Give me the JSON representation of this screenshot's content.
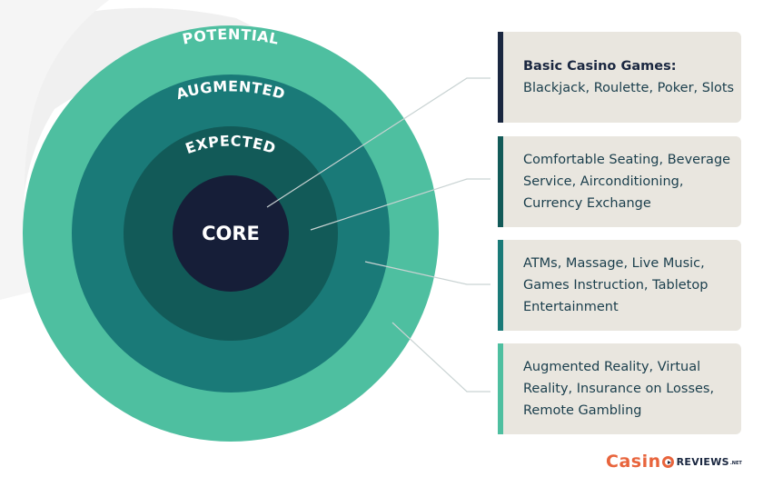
{
  "layers": [
    {
      "label": "POTENTIAL",
      "color": "#4ebfa0"
    },
    {
      "label": "AUGMENTED",
      "color": "#1a7a78"
    },
    {
      "label": "EXPECTED",
      "color": "#125a58"
    },
    {
      "label": "CORE",
      "color": "#161e38"
    }
  ],
  "cards": [
    {
      "title": "Basic Casino Games:",
      "text": "Blackjack, Roulette, Poker, Slots",
      "accent": "#1a2740"
    },
    {
      "title": "",
      "text": "Comfortable Seating, Beverage\nService, Airconditioning,\nCurrency Exchange",
      "accent": "#125a58"
    },
    {
      "title": "",
      "text": "ATMs, Massage, Live Music,\nGames Instruction, Tabletop\nEntertainment",
      "accent": "#1a7a78"
    },
    {
      "title": "",
      "text": "Augmented Reality, Virtual\nReality, Insurance on Losses,\nRemote Gambling",
      "accent": "#4ebfa0"
    }
  ],
  "logo": {
    "casino": "Casin",
    "reviews": "REVIEWS",
    "net": ".NET"
  },
  "colors": {
    "card_bg": "#e9e6df",
    "connector": "#c9d3d3",
    "backdrop": "#f0f0f0"
  }
}
